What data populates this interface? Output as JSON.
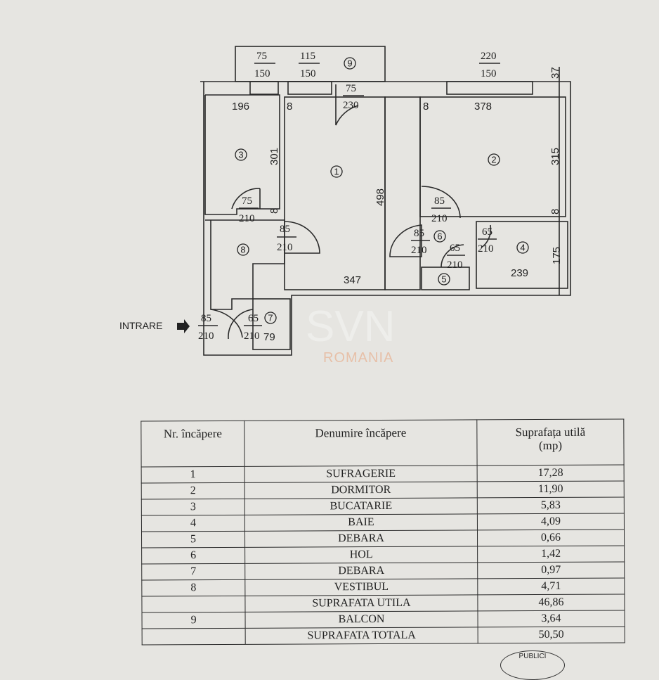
{
  "plan": {
    "room_numbers": [
      "1",
      "2",
      "3",
      "4",
      "5",
      "6",
      "7",
      "8",
      "9"
    ],
    "dimensions": {
      "balcony_window_a": [
        "75",
        "150"
      ],
      "balcony_window_b": [
        "115",
        "150"
      ],
      "window_right": [
        "220",
        "150"
      ],
      "corner_37": "37",
      "balcony_door": [
        "75",
        "230"
      ],
      "kitchen_width": "196",
      "wall_8_a": "8",
      "wall_8_b": "8",
      "bedroom_width": "378",
      "kitchen_length": "301",
      "bedroom_length": "315",
      "living_length": "498",
      "kitchen_door": [
        "75",
        "210"
      ],
      "wall_8_c": "8",
      "bedroom_door": [
        "85",
        "210"
      ],
      "wall_8_d": "8",
      "living_door": [
        "85",
        "210"
      ],
      "hall_door": [
        "85",
        "210"
      ],
      "bath_door": [
        "65",
        "210"
      ],
      "storage_door": [
        "65",
        "210"
      ],
      "bath_length": "175",
      "bath_width": "239",
      "living_width": "347",
      "entry_door": [
        "85",
        "210"
      ],
      "storage2_door": [
        "65",
        "210"
      ],
      "storage2_width": "79"
    },
    "entry_label": "INTRARE",
    "watermark": {
      "brand": "SVN",
      "sub": "ROMANIA"
    }
  },
  "table": {
    "headers": {
      "nr": "Nr. încăpere",
      "name": "Denumire încăpere",
      "area": "Suprafața utilă",
      "unit": "(mp)"
    },
    "rows": [
      {
        "nr": "1",
        "name": "SUFRAGERIE",
        "area": "17,28"
      },
      {
        "nr": "2",
        "name": "DORMITOR",
        "area": "11,90"
      },
      {
        "nr": "3",
        "name": "BUCATARIE",
        "area": "5,83"
      },
      {
        "nr": "4",
        "name": "BAIE",
        "area": "4,09"
      },
      {
        "nr": "5",
        "name": "DEBARA",
        "area": "0,66"
      },
      {
        "nr": "6",
        "name": "HOL",
        "area": "1,42"
      },
      {
        "nr": "7",
        "name": "DEBARA",
        "area": "0,97"
      },
      {
        "nr": "8",
        "name": "VESTIBUL",
        "area": "4,71"
      },
      {
        "nr": "",
        "name": "SUPRAFATA UTILA",
        "area": "46,86"
      },
      {
        "nr": "9",
        "name": "BALCON",
        "area": "3,64"
      },
      {
        "nr": "",
        "name": "SUPRAFATA TOTALA",
        "area": "50,50"
      }
    ]
  },
  "stamp": "PUBLICI"
}
